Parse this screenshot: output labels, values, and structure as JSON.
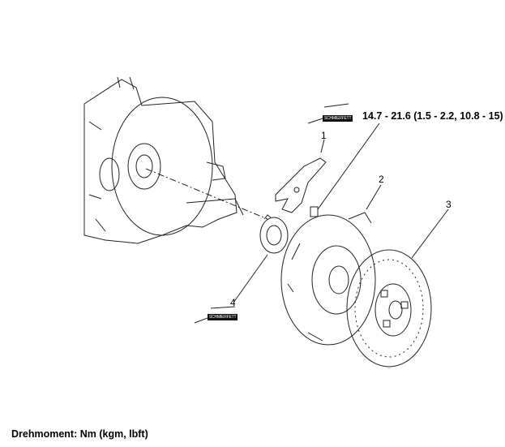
{
  "torque_spec": "14.7 - 21.6 (1.5 - 2.2, 10.8 - 15)",
  "footer_unit_note": "Drehmoment: Nm (kgm, lbft)",
  "grease_label": "SCHMIERFETT",
  "callouts": [
    "1",
    "2",
    "3",
    "4"
  ],
  "parts": [
    "transaxle-housing",
    "release-fork",
    "clutch-cover",
    "clutch-disc",
    "release-bearing",
    "bolt"
  ]
}
